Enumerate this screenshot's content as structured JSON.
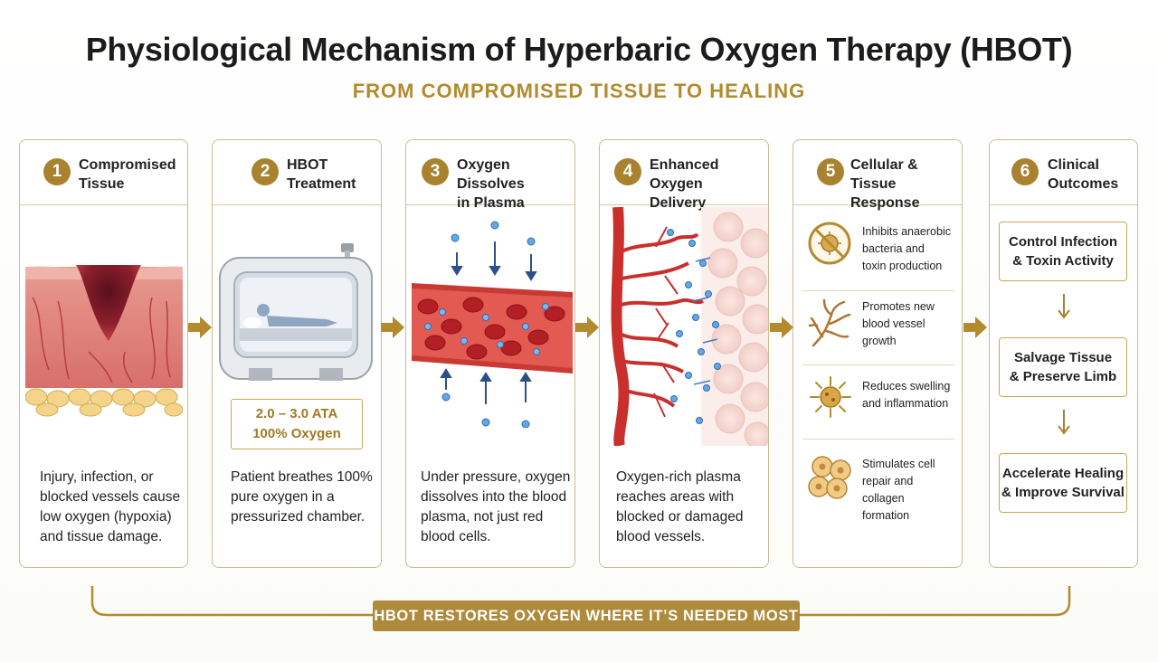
{
  "header": {
    "title": "Physiological Mechanism of Hyperbaric Oxygen Therapy (HBOT)",
    "subtitle": "FROM COMPROMISED TISSUE TO HEALING"
  },
  "colors": {
    "accent": "#a9822f",
    "tissue": "#c9504f",
    "blood": "#c62b2b",
    "oxygen": "#3f8fd0"
  },
  "steps": [
    {
      "number": "1",
      "title_line1": "Compromised",
      "title_line2": "Tissue",
      "body": [
        "Injury, infection, or",
        "blocked vessels cause",
        "low oxygen (hypoxia)",
        "and tissue damage."
      ]
    },
    {
      "number": "2",
      "title_line1": "HBOT",
      "title_line2": "Treatment",
      "pressure": "2.0 – 3.0 ATA",
      "oxygen": "100% Oxygen",
      "body": [
        "Patient breathes 100%",
        "pure oxygen in a",
        "pressurized chamber."
      ]
    },
    {
      "number": "3",
      "title_line1": "Oxygen Dissolves",
      "title_line2": "in Plasma",
      "body": [
        "Under pressure, oxygen",
        "dissolves into the blood",
        "plasma, not just red",
        "blood cells."
      ]
    },
    {
      "number": "4",
      "title_line1": "Enhanced Oxygen",
      "title_line2": "Delivery",
      "body": [
        "Oxygen-rich plasma",
        "reaches areas with",
        "blocked or damaged",
        "blood vessels."
      ]
    },
    {
      "number": "5",
      "title_line1": "Cellular & Tissue",
      "title_line2": "Response",
      "responses": [
        {
          "icon": "no-bacteria-icon",
          "lines": [
            "Inhibits anaerobic",
            "bacteria and",
            "toxin production"
          ]
        },
        {
          "icon": "blood-vessel-icon",
          "lines": [
            "Promotes new",
            "blood vessel",
            "growth"
          ]
        },
        {
          "icon": "inflammation-icon",
          "lines": [
            "Reduces swelling",
            "and inflammation"
          ]
        },
        {
          "icon": "cells-icon",
          "lines": [
            "Stimulates cell",
            "repair and",
            "collagen formation"
          ]
        }
      ]
    },
    {
      "number": "6",
      "title_line1": "Clinical",
      "title_line2": "Outcomes",
      "outcomes": [
        {
          "line1": "Control Infection",
          "line2": "& Toxin Activity"
        },
        {
          "line1": "Salvage Tissue",
          "line2": "& Preserve Limb"
        },
        {
          "line1": "Accelerate Healing",
          "line2": "& Improve Survival"
        }
      ]
    }
  ],
  "footer": {
    "banner": "HBOT RESTORES OXYGEN WHERE IT’S NEEDED MOST"
  }
}
